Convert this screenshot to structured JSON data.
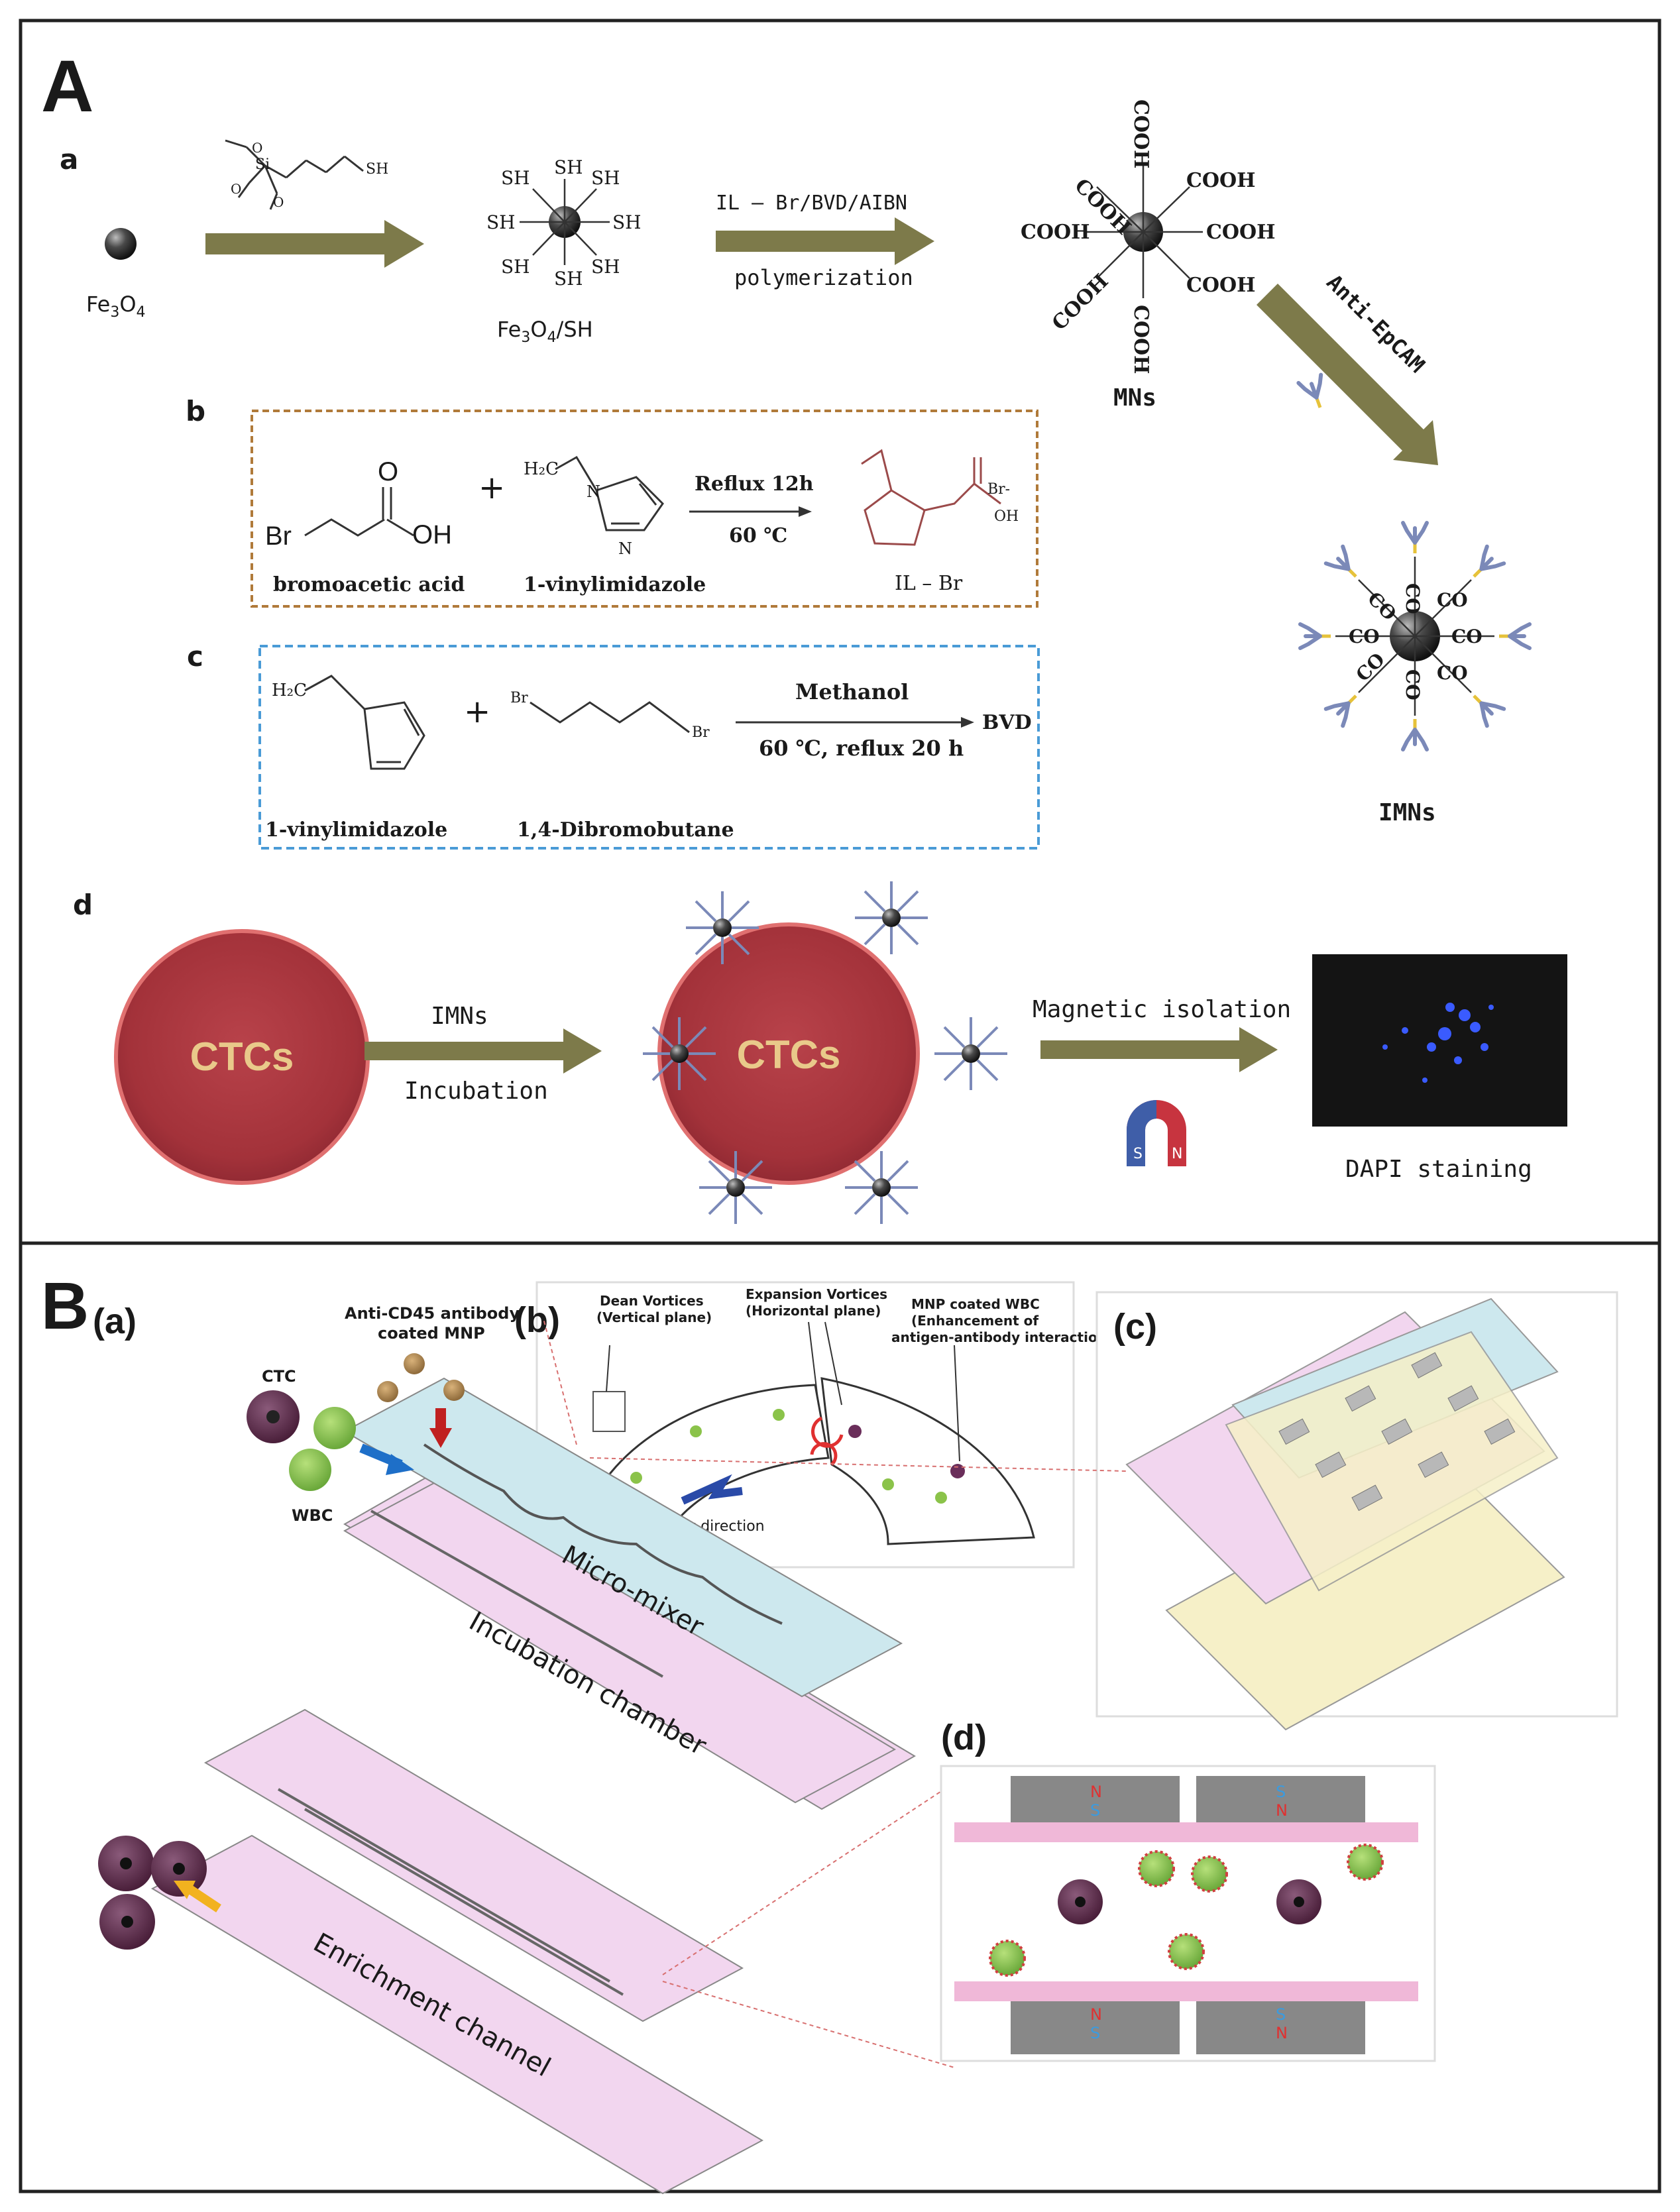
{
  "panel_A": {
    "label": "A",
    "a": {
      "label": "a",
      "reagent_label": "SH",
      "core1_label": "Fe3O4",
      "sh_groups": [
        "SH",
        "SH",
        "SH",
        "SH",
        "SH",
        "SH",
        "SH",
        "SH"
      ],
      "core2_label": "Fe3O4/SH",
      "arrow2_top": "IL – Br/BVD/AIBN",
      "arrow2_bottom": "polymerization",
      "cooh_groups": [
        "COOH",
        "COOH",
        "COOH",
        "COOH",
        "COOH",
        "COOH",
        "COOH",
        "COOH"
      ],
      "core3_label": "MNs",
      "arrow3_label": "Anti-EpCAM",
      "co_groups": [
        "CO",
        "CO",
        "CO",
        "CO",
        "CO",
        "CO",
        "CO",
        "CO"
      ],
      "core4_label": "IMNs"
    },
    "b": {
      "label": "b",
      "reactant1": "bromoacetic acid",
      "plus": "+",
      "reactant2": "1-vinylimidazole",
      "condition_top": "Reflux 12h",
      "condition_bottom": "60 ℃",
      "product": "IL – Br",
      "atom_br1": "Br",
      "atom_o": "O",
      "atom_oh": "OH",
      "atom_h2c": "H₂C",
      "atom_br_minus": "Br-",
      "atom_oh2": "OH"
    },
    "c": {
      "label": "c",
      "reactant1": "1-vinylimidazole",
      "plus": "+",
      "reactant2": "1,4-Dibromobutane",
      "condition_top": "Methanol",
      "condition_bottom": "60 ℃, reflux 20 h",
      "product": "BVD",
      "atom_h2c": "H₂C",
      "atom_br1": "Br",
      "atom_br2": "Br"
    },
    "d": {
      "label": "d",
      "cell_label": "CTCs",
      "arrow1_top": "IMNs",
      "arrow1_bottom": "Incubation",
      "cell2_label": "CTCs",
      "arrow2_top": "Magnetic isolation",
      "magnet_s": "S",
      "magnet_n": "N",
      "result_label": "DAPI staining"
    }
  },
  "panel_B": {
    "label": "B",
    "a_label": "(a)",
    "b_label": "(b)",
    "c_label": "(c)",
    "d_label": "(d)",
    "mnp_label_line1": "Anti-CD45 antibody",
    "mnp_label_line2": "coated MNP",
    "ctc_label": "CTC",
    "wbc_label": "WBC",
    "layer1": "Micro-mixer",
    "layer2": "Incubation chamber",
    "layer3": "Enrichment channel",
    "inset_b": {
      "dean_line1": "Dean Vortices",
      "dean_line2": "(Vertical plane)",
      "exp_line1": "Expansion Vortices",
      "exp_line2": "(Horizontal plane)",
      "mnp_line1": "MNP coated WBC",
      "mnp_line2": "(Enhancement of",
      "mnp_line3": "antigen-antibody interaction)",
      "flow": "Flow direction"
    },
    "inset_d": {
      "top_left": [
        "N",
        "S"
      ],
      "top_right": [
        "S",
        "N"
      ],
      "bottom_left": [
        "N",
        "S"
      ],
      "bottom_right": [
        "S",
        "N"
      ]
    }
  },
  "colors": {
    "arrow_olive": "#7d7a4a",
    "cell_red": "#a8333a",
    "cell_text": "#e9c98a",
    "antibody_blue": "#7b89b8",
    "linker_yellow": "#e6c23a",
    "micromixer": "#cde8ee",
    "chamber_pink": "#f2d6ef",
    "ctc_purple": "#5c2d4a",
    "wbc_green": "#8bc34a",
    "box_b_border": "#b07a3a",
    "box_c_border": "#4a9bd6"
  }
}
